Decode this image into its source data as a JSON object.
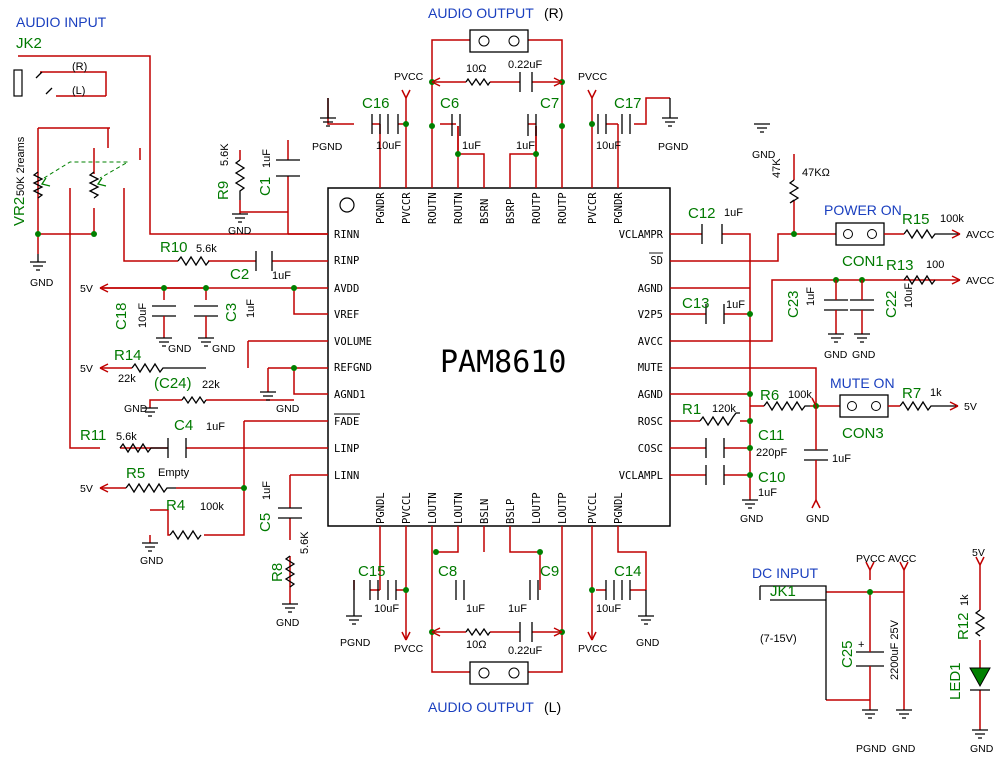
{
  "chip": {
    "name": "PAM8610",
    "pins_left": [
      "RINN",
      "RINP",
      "AVDD",
      "VREF",
      "VOLUME",
      "REFGND",
      "AGND1",
      "FADE",
      "LINP",
      "LINN"
    ],
    "pins_right": [
      "VCLAMPR",
      "SD",
      "AGND",
      "V2P5",
      "AVCC",
      "MUTE",
      "AGND",
      "ROSC",
      "COSC",
      "VCLAMPL"
    ],
    "pins_top": [
      "PGNDR",
      "PVCCR",
      "ROUTN",
      "ROUTN",
      "BSRN",
      "BSRP",
      "ROUTP",
      "ROUTP",
      "PVCCR",
      "PGNDR"
    ],
    "pins_bottom": [
      "PGNDL",
      "PVCCL",
      "LOUTN",
      "LOUTN",
      "BSLN",
      "BSLP",
      "LOUTP",
      "LOUTP",
      "PVCCL",
      "PGNDL"
    ]
  },
  "headings": {
    "audio_input": "AUDIO INPUT",
    "audio_output_r": "AUDIO OUTPUT",
    "audio_output_r_ch": "(R)",
    "audio_output_l": "AUDIO OUTPUT",
    "audio_output_l_ch": "(L)",
    "power_on": "POWER ON",
    "mute_on": "MUTE ON",
    "dc_input": "DC INPUT"
  },
  "parts": {
    "jk2": "JK2",
    "jk2_r": "(R)",
    "jk2_l": "(L)",
    "vr2": "VR2",
    "vr2_val": "50K 2reams",
    "r9": "R9",
    "r9_val": "5.6K",
    "c1": "C1",
    "c1_val": "1uF",
    "r10": "R10",
    "r10_val": "5.6k",
    "c2": "C2",
    "c2_val": "1uF",
    "c18": "C18",
    "c18_val": "10uF",
    "c3": "C3",
    "c3_val": "1uF",
    "r14": "R14",
    "r14_val": "22k",
    "c24": "(C24)",
    "c24_val": "22k",
    "r11": "R11",
    "r11_val": "5.6k",
    "c4": "C4",
    "c4_val": "1uF",
    "r5": "R5",
    "r5_val": "Empty",
    "r4": "R4",
    "r4_val": "100k",
    "c5": "C5",
    "c5_val": "1uF",
    "r8": "R8",
    "r8_val": "5.6K",
    "c16": "C16",
    "c16_val": "10uF",
    "c6": "C6",
    "c6_val": "1uF",
    "c7": "C7",
    "c7_val": "1uF",
    "c17": "C17",
    "c17_val": "10uF",
    "rtop_val": "10Ω",
    "ctop_val": "0.22uF",
    "c15": "C15",
    "c15_val": "10uF",
    "c8": "C8",
    "c8_val": "1uF",
    "c9": "C9",
    "c9_val": "1uF",
    "c14": "C14",
    "c14_val": "10uF",
    "rbot_val": "10Ω",
    "cbot_val": "0.22uF",
    "c12": "C12",
    "c12_val": "1uF",
    "c13": "C13",
    "c13_val": "1uF",
    "r1": "R1",
    "r1_val": "120k",
    "c11": "C11",
    "c11_val": "220pF",
    "c10": "C10",
    "c10_val": "1uF",
    "rpot_val": "47K",
    "rpot_val2": "47KΩ",
    "r15": "R15",
    "r15_val": "100k",
    "con1": "CON1",
    "r13": "R13",
    "r13_val": "100",
    "c23": "C23",
    "c23_val": "1uF",
    "c22": "C22",
    "c22_val": "10uF",
    "r6": "R6",
    "r6_val": "100k",
    "r7": "R7",
    "r7_val": "1k",
    "con3": "CON3",
    "cmute_val": "1uF",
    "jk1": "JK1",
    "jk1_range": "(7-15V)",
    "c25": "C25",
    "c25_val": "2200uF 25V",
    "c25_pol": "+",
    "r12": "R12",
    "r12_val": "1k",
    "led1": "LED1"
  },
  "power": {
    "gnd": "GND",
    "pgnd": "PGND",
    "pvcc": "PVCC",
    "avcc": "AVCC",
    "v5": "5V"
  }
}
